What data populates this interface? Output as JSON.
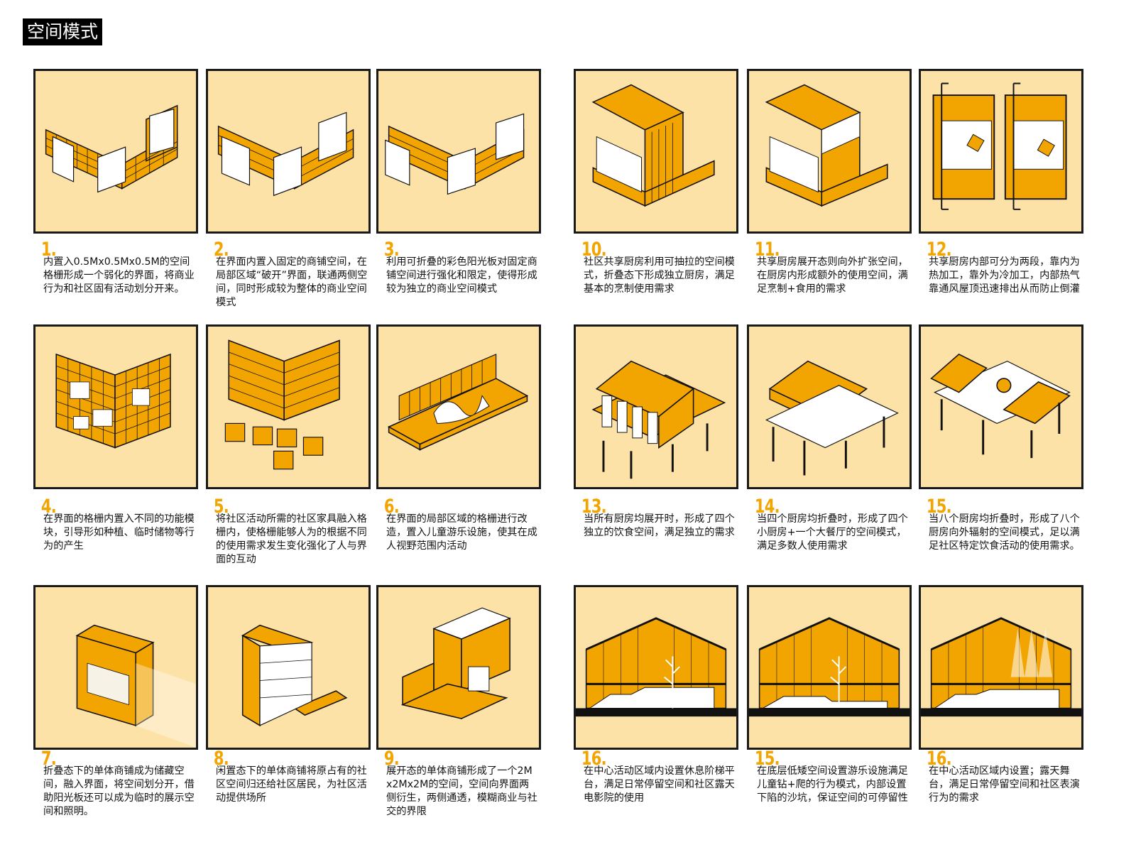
{
  "title": "空间模式",
  "colors": {
    "accent": "#f2a400",
    "panel_bg": "#fde2a8",
    "border": "#1a1a1a"
  },
  "panels": [
    {
      "num": "1.",
      "text": "内置入0.5Mx0.5Mx0.5M的空间格栅形成一个弱化的界面，将商业行为和社区固有活动划分开来。"
    },
    {
      "num": "2.",
      "text": "在界面内置入固定的商铺空间，在局部区域“破开”界面，联通两侧空间，同时形成较为整体的商业空间模式"
    },
    {
      "num": "3.",
      "text": "利用可折叠的彩色阳光板对固定商铺空间进行强化和限定，使得形成较为独立的商业空间模式"
    },
    {
      "num": "10.",
      "text": "社区共享厨房利用可抽拉的空间模式，折叠态下形成独立厨房，满足基本的烹制使用需求"
    },
    {
      "num": "11.",
      "text": "共享厨房展开态则向外扩张空间，在厨房内形成额外的使用空间，满足烹制+食用的需求"
    },
    {
      "num": "12.",
      "text": "共享厨房内部可分为两段，靠内为热加工，靠外为冷加工，内部热气靠通风屋顶迅速排出从而防止倒灌"
    },
    {
      "num": "4.",
      "text": "在界面的格栅内置入不同的功能模块，引导形如种植、临时储物等行为的产生"
    },
    {
      "num": "5.",
      "text": "将社区活动所需的社区家具融入格栅内，使格栅能够人为的根据不同的使用需求发生变化强化了人与界面的互动"
    },
    {
      "num": "6.",
      "text": "在界面的局部区域的格栅进行改造，置入儿童游乐设施，使其在成人视野范围内活动"
    },
    {
      "num": "13.",
      "text": "当所有厨房均展开时，形成了四个独立的饮食空间，满足独立的需求"
    },
    {
      "num": "14.",
      "text": "当四个厨房均折叠时，形成了四个小厨房+一个大餐厅的空间模式，满足多数人使用需求"
    },
    {
      "num": "15.",
      "text": "当八个厨房均折叠时，形成了八个厨房向外辐射的空间模式，足以满足社区特定饮食活动的使用需求。"
    },
    {
      "num": "7.",
      "text": "折叠态下的单体商铺成为储藏空间，融入界面，将空间划分开，借助阳光板还可以成为临时的展示空间和照明。"
    },
    {
      "num": "8.",
      "text": "闲置态下的单体商铺将原占有的社区空间归还给社区居民，为社区活动提供场所"
    },
    {
      "num": "9.",
      "text": "展开态的单体商铺形成了一个2Mx2Mx2M的空间，空间向界面两侧衍生，两侧通透，模糊商业与社交的界限"
    },
    {
      "num": "16.",
      "text": "在中心活动区域内设置休息阶梯平台，满足日常停留空间和社区露天电影院的使用"
    },
    {
      "num": "15.",
      "text": "在底层低矮空间设置游乐设施满足儿童钻+爬的行为模式，内部设置下陷的沙坑，保证空间的可停留性"
    },
    {
      "num": "16.",
      "text": "在中心活动区域内设置；露天舞台，满足日常停留空间和社区表演行为的需求"
    }
  ]
}
